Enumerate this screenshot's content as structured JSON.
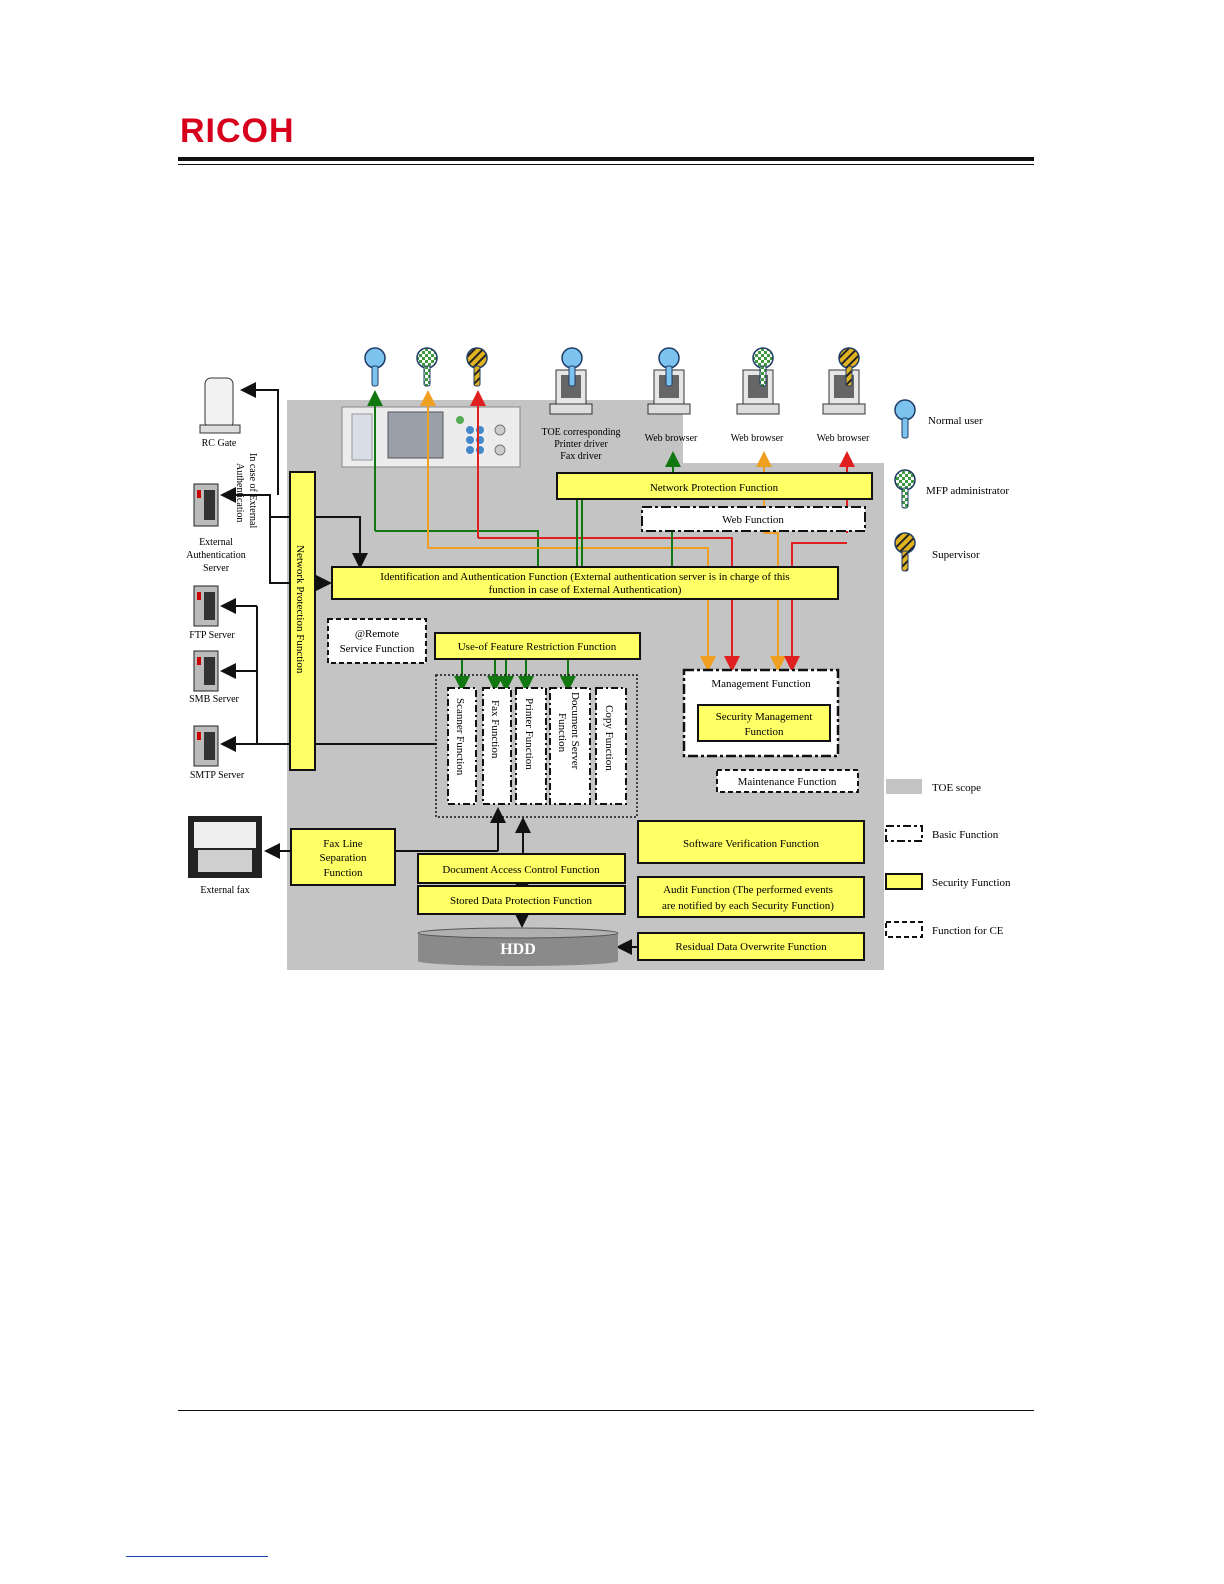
{
  "header": {
    "logo_text": "RICOH"
  },
  "diagram": {
    "users_top": {
      "printer_driver_label": [
        "TOE corresponding",
        "Printer driver",
        "Fax driver"
      ],
      "web_browser_1": "Web browser",
      "web_browser_2": "Web browser",
      "web_browser_3": "Web browser"
    },
    "left_devices": {
      "rc_gate": "RC Gate",
      "ext_auth_note": [
        "In case of External",
        "Authentication"
      ],
      "ext_auth_server": [
        "External",
        "Authentication",
        "Server"
      ],
      "ftp": "FTP Server",
      "smb": "SMB Server",
      "smtp": "SMTP Server",
      "external_fax": "External fax"
    },
    "boxes": {
      "network_protection_vertical": "Network Protection Function",
      "network_protection_top": "Network Protection Function",
      "web_function": "Web Function",
      "ident_auth": [
        "Identification and Authentication Function (External authentication server is in charge of this",
        "function in case of External Authentication)"
      ],
      "remote_service": [
        "@Remote",
        "Service Function"
      ],
      "use_of_feature": "Use-of Feature Restriction Function",
      "scanner": "Scanner Function",
      "fax": "Fax Function",
      "printer": "Printer Function",
      "doc_server": [
        "Document Server",
        "Function"
      ],
      "copy": "Copy Function",
      "management": "Management Function",
      "security_mgmt": [
        "Security Management",
        "Function"
      ],
      "maintenance": "Maintenance Function",
      "fax_line": [
        "Fax Line",
        "Separation",
        "Function"
      ],
      "doc_access": "Document Access Control Function",
      "stored_data": "Stored Data Protection Function",
      "hdd": "HDD",
      "software_verif": "Software Verification Function",
      "audit": [
        "Audit Function (The performed events",
        "are notified by each Security Function)"
      ],
      "residual": "Residual Data Overwrite Function"
    },
    "legend": {
      "normal_user": "Normal user",
      "mfp_admin": "MFP administrator",
      "supervisor": "Supervisor",
      "toe_scope": "TOE scope",
      "basic_function": "Basic Function",
      "security_function": "Security Function",
      "function_for_ce": "Function for CE"
    },
    "colors": {
      "toe_scope": "#c4c4c4",
      "security_function": "#ffff66",
      "normal_user": "#7cc4ef",
      "mfp_admin": "#3f9a3f",
      "supervisor": "#e2b321",
      "arrow_green": "#117711",
      "arrow_orange": "#f0a020",
      "arrow_red": "#e02020"
    }
  }
}
